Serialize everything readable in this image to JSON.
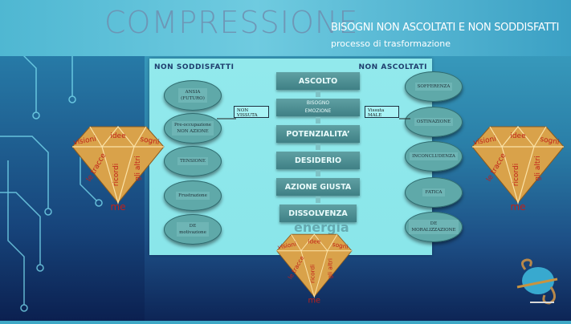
{
  "header": {
    "title": "COMPRESSIONE",
    "subtitle": "BISOGNI NON ASCOLTATI E NON SODDISFATTI",
    "subtitle2": "processo di trasformazione"
  },
  "panel": {
    "left_header": "NON SODDISFATTI",
    "right_header": "NON ASCOLTATI",
    "left_clouds": [
      [
        "ANSIA",
        "(FUTURO)"
      ],
      [
        "Pre-occupazione",
        "NON AZIONE"
      ],
      [
        "TENSIONE"
      ],
      [
        "Frustrazione"
      ],
      [
        "DE",
        "motivazione"
      ]
    ],
    "right_clouds": [
      [
        "SOFFERENZA"
      ],
      [
        "OSTINAZIONE"
      ],
      [
        "INCONCLUDENZA"
      ],
      [
        "FATICA"
      ],
      [
        "DE",
        "MORALIZZAZIONE"
      ]
    ],
    "steps": [
      "ASCOLTO",
      [
        "BISOGNO",
        "EMOZIONE"
      ],
      "POTENZIALITA’",
      "DESIDERIO",
      "AZIONE GIUSTA",
      "DISSOLVENZA"
    ],
    "left_tag": "NON VISSUTA",
    "right_tag": "Vissuta MALE",
    "energy": "energia"
  },
  "diamond": {
    "top": [
      "visioni",
      "idee",
      "sogni"
    ],
    "bottom": [
      "le tracce",
      "ricordi",
      "gli altri"
    ],
    "base": "me"
  },
  "colors": {
    "panel": "#8ae6ea",
    "cloud": "#5fa9a9",
    "step": "#4f9094",
    "diamond": "#d9a24a",
    "diamond_text": "#c0201a"
  }
}
